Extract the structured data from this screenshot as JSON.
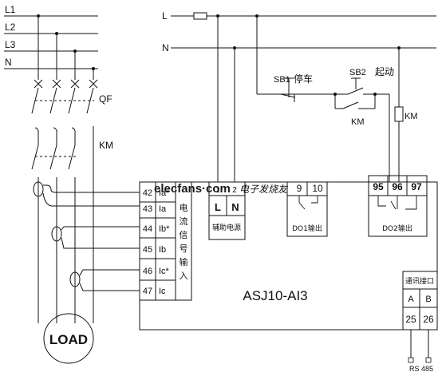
{
  "lines": {
    "l1": "L1",
    "l2": "L2",
    "l3": "L3",
    "n": "N",
    "l": "L",
    "n2": "N"
  },
  "breaker": {
    "qf": "QF"
  },
  "contactor": {
    "km": "KM"
  },
  "load": {
    "label": "LOAD"
  },
  "buttons": {
    "sb1": "SB1",
    "sb1_text": "停车",
    "sb2": "SB2",
    "sb2_text": "起动",
    "km_contact": "KM",
    "km_coil": "KM"
  },
  "device": {
    "model": "ASJ10-AI3",
    "current_input_label": [
      "电",
      "流",
      "信",
      "号",
      "输",
      "入"
    ],
    "aux_power": {
      "t1": "L",
      "t2": "N",
      "label": "辅助电源",
      "n1": "1",
      "n2": "2"
    },
    "do1": {
      "t1": "9",
      "t2": "10",
      "label": "DO1输出"
    },
    "do2": {
      "t1": "95",
      "t2": "96",
      "t3": "97",
      "label": "DO2输出"
    },
    "comm": {
      "label": "通讯接口",
      "a": "A",
      "b": "B",
      "t25": "25",
      "t26": "26",
      "bus": "RS 485"
    },
    "terminals": [
      {
        "num": "42",
        "sig": "Ia*"
      },
      {
        "num": "43",
        "sig": "Ia"
      },
      {
        "num": "44",
        "sig": "Ib*"
      },
      {
        "num": "45",
        "sig": "Ib"
      },
      {
        "num": "46",
        "sig": "Ic*"
      },
      {
        "num": "47",
        "sig": "Ic"
      }
    ]
  },
  "watermark": {
    "text": "elecfans·com",
    "cn": "电子发烧友"
  }
}
